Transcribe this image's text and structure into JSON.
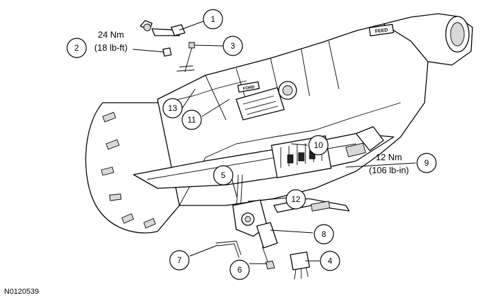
{
  "figure_id": "N0120539",
  "callouts": [
    {
      "num": "1"
    },
    {
      "num": "2"
    },
    {
      "num": "3"
    },
    {
      "num": "4"
    },
    {
      "num": "5"
    },
    {
      "num": "6"
    },
    {
      "num": "7"
    },
    {
      "num": "8"
    },
    {
      "num": "9"
    },
    {
      "num": "10"
    },
    {
      "num": "11"
    },
    {
      "num": "12"
    },
    {
      "num": "13"
    }
  ],
  "torque_specs": {
    "spec_2": {
      "metric": "24 Nm",
      "imperial": "(18 lb-ft)"
    },
    "spec_9": {
      "metric": "12 Nm",
      "imperial": "(106 lb-in)"
    }
  },
  "case_labels": {
    "label_1": "FEED",
    "label_2": "FORD"
  }
}
